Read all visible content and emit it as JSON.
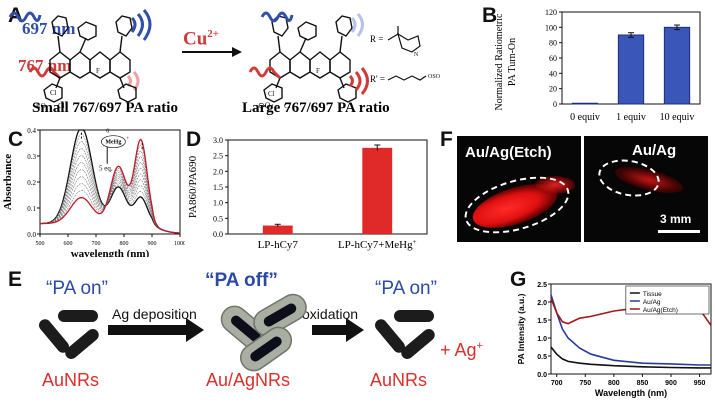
{
  "panels": {
    "A": "A",
    "B": "B",
    "C": "C",
    "D": "D",
    "E": "E",
    "F": "F",
    "G": "G"
  },
  "panelA": {
    "wavelength_top": "697 nm",
    "wavelength_bottom": "767 nm",
    "reagent": "Cu",
    "reagent_charge": "2+",
    "caption_left": "Small 767/697 PA ratio",
    "caption_right": "Large 767/697 PA ratio",
    "r_label": "R =",
    "r2_label": "R' =",
    "colors": {
      "blue": "#2f4fa8",
      "red": "#d23a3a"
    }
  },
  "panelB": {
    "chart_data": {
      "type": "bar",
      "categories": [
        "0 equiv",
        "1 equiv",
        "10 equiv"
      ],
      "values": [
        1,
        90,
        100
      ],
      "errors": [
        0,
        3,
        3
      ],
      "ylabel_line1": "Normalized Ratiometric",
      "ylabel_line2": "PA Turn-On",
      "ylim": [
        0,
        120
      ],
      "yticks": [
        "0",
        "20",
        "40",
        "60",
        "80",
        "100",
        "120"
      ],
      "bar_color": "#3a56b8"
    }
  },
  "panelC": {
    "chart_data": {
      "type": "line",
      "xlabel": "wavelength (nm)",
      "ylabel": "Absorbance",
      "xlim": [
        500,
        1000
      ],
      "ylim": [
        0,
        0.4
      ],
      "xticks": [
        "500",
        "600",
        "700",
        "800",
        "900",
        "1000"
      ],
      "yticks": [
        "0.0",
        "0.1",
        "0.2",
        "0.3",
        "0.4"
      ],
      "annotation_start": "0",
      "annotation_species": "MeHg",
      "annotation_charge": "+",
      "annotation_end": "5 eq.",
      "series_count": 11,
      "first_series_peak": {
        "x": 648,
        "y": 0.37
      },
      "last_series_peak": {
        "x": 860,
        "y": 0.32
      }
    }
  },
  "panelD": {
    "chart_data": {
      "type": "bar",
      "categories": [
        "LP-hCy7",
        "LP-hCy7+MeHg+"
      ],
      "category_labels_main": [
        "LP-hCy7",
        "LP-hCy7+MeHg"
      ],
      "category_labels_sup": [
        "",
        "+"
      ],
      "values": [
        0.27,
        2.75
      ],
      "errors": [
        0.04,
        0.09
      ],
      "ylabel": "PA860/PA690",
      "ylim": [
        0,
        3.0
      ],
      "yticks": [
        "0.0",
        "0.5",
        "1.0",
        "1.5",
        "2.0",
        "2.5",
        "3.0"
      ],
      "bar_color": "#e02a2a"
    }
  },
  "panelE": {
    "state_left": "“PA on”",
    "state_middle": "“PA off”",
    "state_right": "“PA on”",
    "step1": "Ag deposition",
    "step2": "Ag oxidation",
    "product": "+ Ag",
    "product_charge": "+",
    "name_left": "AuNRs",
    "name_middle": "Au/AgNRs",
    "name_right": "AuNRs",
    "colors": {
      "blue": "#2b4aa8",
      "red": "#d9302c"
    }
  },
  "panelF": {
    "label_left": "Au/Ag(Etch)",
    "label_right": "Au/Ag",
    "scale": "3 mm"
  },
  "panelG": {
    "chart_data": {
      "type": "line",
      "xlabel": "Wavelength (nm)",
      "ylabel": "PA Intensity (a.u.)",
      "xlim": [
        690,
        970
      ],
      "ylim": [
        0,
        2.5
      ],
      "xticks": [
        "700",
        "750",
        "800",
        "850",
        "900",
        "950"
      ],
      "yticks": [
        "0.0",
        "0.5",
        "1.0",
        "1.5",
        "2.0",
        "2.5"
      ],
      "series": [
        {
          "name": "Tissue",
          "color": "#111111",
          "x": [
            690,
            700,
            710,
            720,
            740,
            760,
            800,
            850,
            900,
            950,
            970
          ],
          "y": [
            0.75,
            0.55,
            0.42,
            0.35,
            0.3,
            0.27,
            0.23,
            0.2,
            0.18,
            0.17,
            0.17
          ]
        },
        {
          "name": "Au/Ag",
          "color": "#2a3a9a",
          "x": [
            690,
            700,
            710,
            720,
            740,
            760,
            800,
            850,
            900,
            950,
            970
          ],
          "y": [
            2.2,
            1.7,
            1.25,
            1.0,
            0.72,
            0.55,
            0.38,
            0.3,
            0.28,
            0.25,
            0.25
          ]
        },
        {
          "name": "Au/Ag(Etch)",
          "color": "#a01818",
          "x": [
            690,
            700,
            710,
            720,
            740,
            760,
            800,
            850,
            880,
            900,
            930,
            950,
            970
          ],
          "y": [
            2.1,
            1.7,
            1.45,
            1.4,
            1.55,
            1.6,
            1.75,
            1.85,
            1.95,
            1.92,
            1.9,
            1.8,
            1.35
          ]
        }
      ]
    }
  }
}
